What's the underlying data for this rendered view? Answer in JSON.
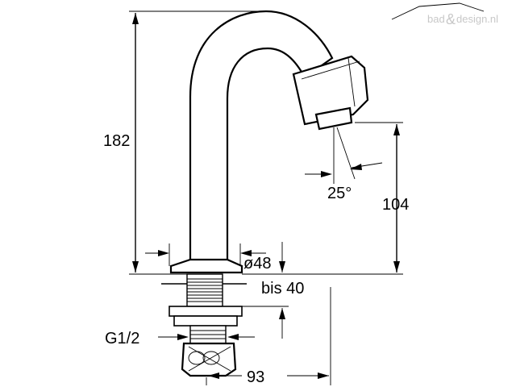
{
  "watermark": {
    "text_left": "bad",
    "ampersand": "&",
    "text_right": "design.nl"
  },
  "dimensions": {
    "height_total": "182",
    "angle": "25°",
    "outlet_height": "104",
    "base_diameter": "ø48",
    "max_thickness": "bis 40",
    "thread": "G1/2",
    "reach": "93"
  },
  "colors": {
    "line": "#000000",
    "watermark": "#c8c8c8",
    "background": "#ffffff"
  }
}
